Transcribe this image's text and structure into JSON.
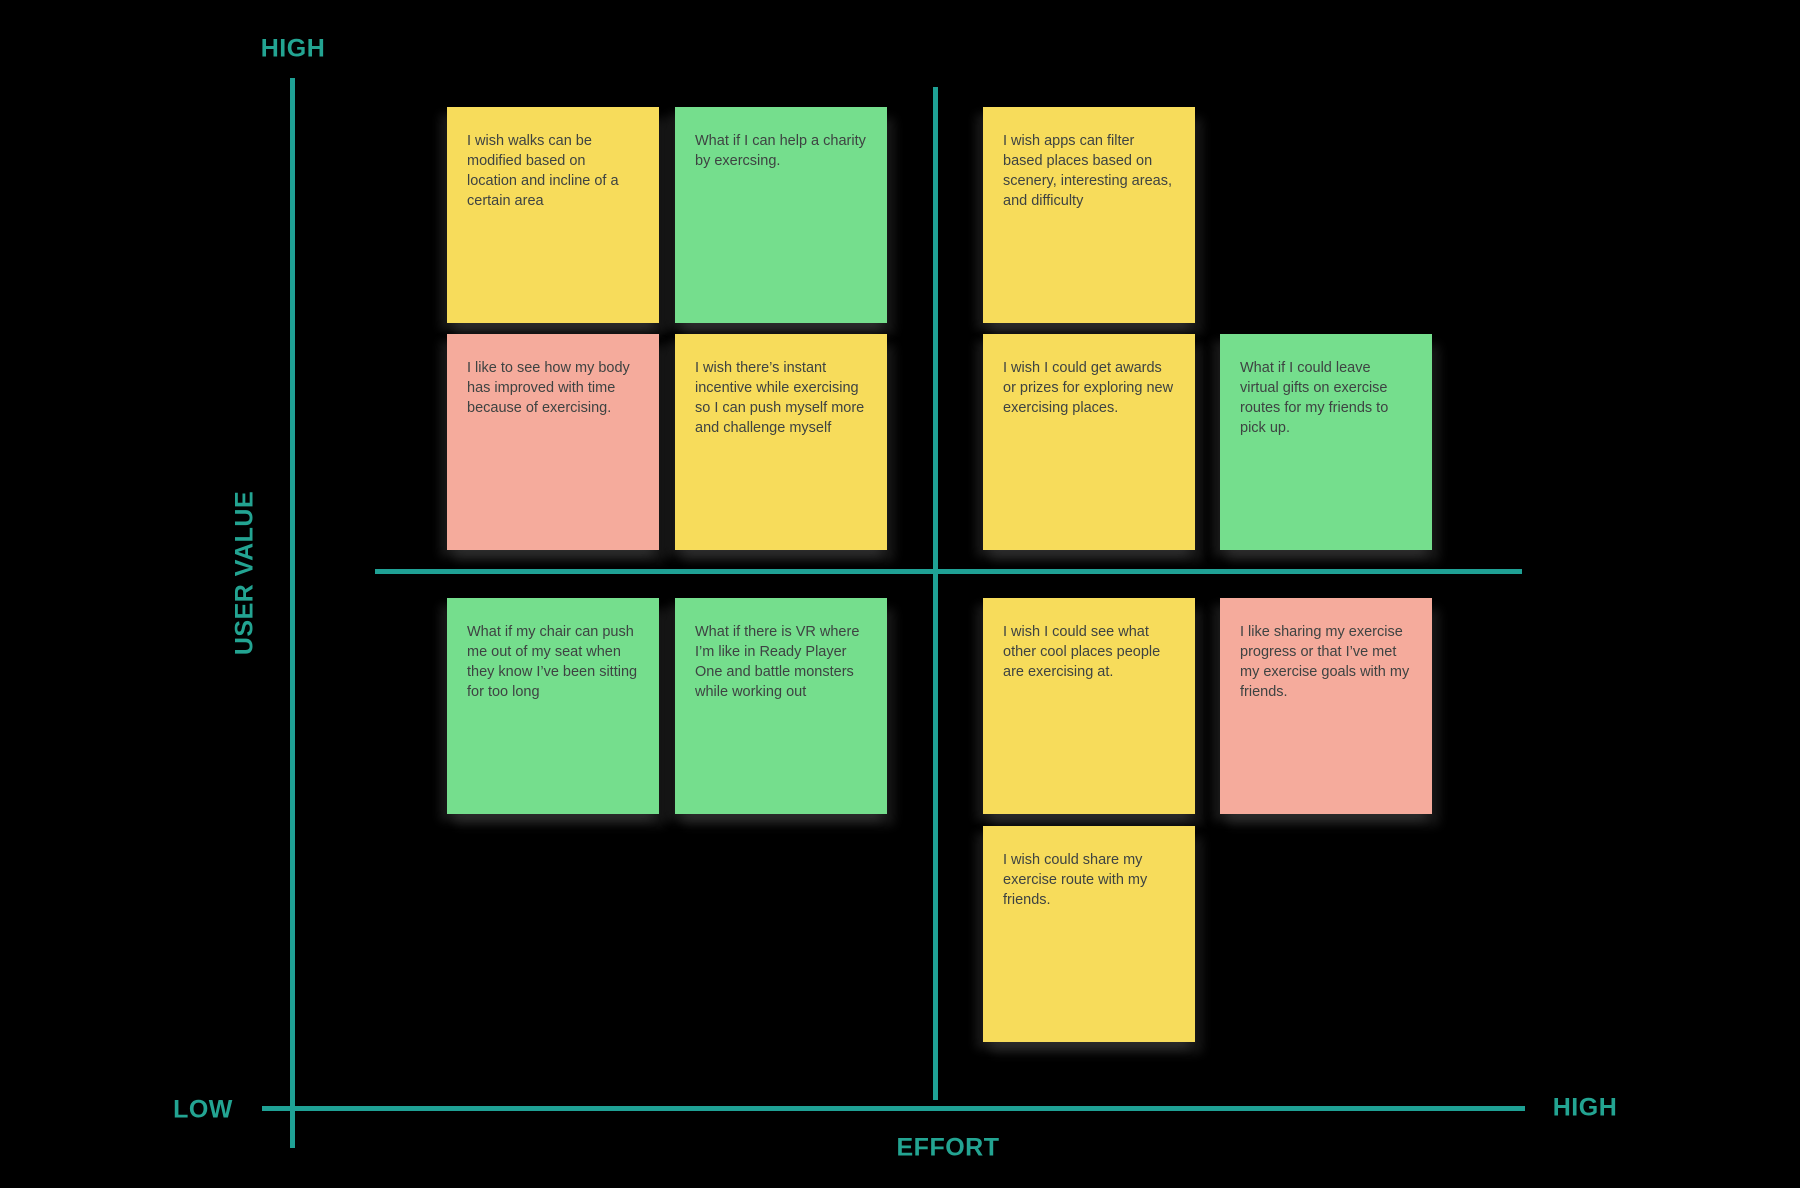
{
  "diagram": {
    "type": "2x2 prioritization matrix",
    "axes": {
      "y_title": "USER VALUE",
      "y_max_label": "HIGH",
      "origin_label": "LOW",
      "x_title": "EFFORT",
      "x_max_label": "HIGH"
    }
  },
  "colors": {
    "background": "#000000",
    "axis_teal": "#1FA195",
    "label_teal": "#23A492",
    "sticky_yellow": "#F7DC5B",
    "sticky_green": "#75DE8D",
    "sticky_pink": "#F5AB9C",
    "note_text": "#3E4342"
  },
  "notes": [
    {
      "text": "I wish walks can be modified based on location and incline of a certain area",
      "color": "yellow",
      "quadrant": "high-value-low-effort"
    },
    {
      "text": "What if I can help a charity by exercsing.",
      "color": "green",
      "quadrant": "high-value-low-effort"
    },
    {
      "text": "I wish apps can filter based places based on scenery, interesting areas, and difficulty",
      "color": "yellow",
      "quadrant": "high-value-high-effort"
    },
    {
      "text": "I like to see how my body has improved with time because of exercising.",
      "color": "pink",
      "quadrant": "high-value-low-effort"
    },
    {
      "text": "I wish there’s instant incentive while exercising so I can push myself more and challenge myself",
      "color": "yellow",
      "quadrant": "high-value-low-effort"
    },
    {
      "text": "I wish I could get awards or prizes for exploring new exercising places.",
      "color": "yellow",
      "quadrant": "high-value-high-effort"
    },
    {
      "text": "What if I could leave virtual gifts on exercise routes for my friends to pick up.",
      "color": "green",
      "quadrant": "high-value-high-effort"
    },
    {
      "text": "What if my chair can push me out of my seat when they know I’ve been sitting for too long",
      "color": "green",
      "quadrant": "low-value-low-effort"
    },
    {
      "text": "What if there is VR where I’m like in Ready Player One and battle monsters while working out",
      "color": "green",
      "quadrant": "low-value-low-effort"
    },
    {
      "text": "I wish I could see what other cool places people are exercising at.",
      "color": "yellow",
      "quadrant": "low-value-high-effort"
    },
    {
      "text": "I like sharing my exercise progress or that I’ve met my exercise goals with my friends.",
      "color": "pink",
      "quadrant": "low-value-high-effort"
    },
    {
      "text": "I wish could share my exercise route with my friends.",
      "color": "yellow",
      "quadrant": "low-value-high-effort"
    }
  ]
}
